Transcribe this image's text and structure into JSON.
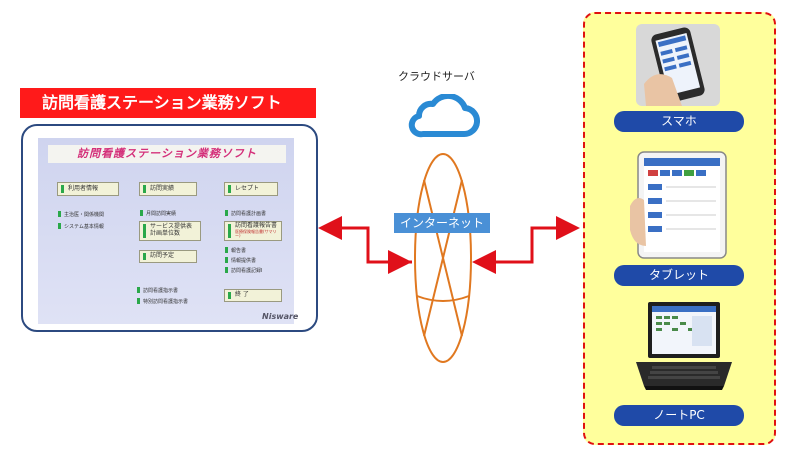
{
  "software": {
    "banner_title": "訪問看護ステーション業務ソフト",
    "screen_title": "訪問看護ステーション業務ソフト",
    "buttons": {
      "riyosha": "利用者情報",
      "shuji": "主治医・関係機関",
      "system": "システム基本情報",
      "homon_jisseki": "訪問実績",
      "getsuji": "月間訪問実績",
      "service": "サービス提供表\n計画単位数",
      "homon_yotei": "訪問予定",
      "receipt": "レセプト",
      "keikakusho": "訪問看護計画書",
      "hokokusho": "訪問看護報告書",
      "hokokusho_sub": "医療保険報告書(サマリー)",
      "jouhou": "情報提供書",
      "kiroku": "訪問看護記録Ⅰ",
      "small1": "訪問看護指示書",
      "small2": "特別訪問看護指示書",
      "end": "終 了"
    },
    "logo": "Nisware"
  },
  "network": {
    "cloud_label": "クラウドサーバ",
    "internet_label": "インターネット"
  },
  "devices": [
    {
      "label": "スマホ"
    },
    {
      "label": "タブレット"
    },
    {
      "label": "ノートPC"
    }
  ],
  "colors": {
    "banner_red": "#ff1a1a",
    "frame_navy": "#2c4a80",
    "cloud_blue": "#2a8ad4",
    "internet_blue": "#4a90d6",
    "globe_orange": "#e07820",
    "arrow_red": "#e0101a",
    "panel_yellow": "#ffff9c",
    "label_blue": "#1f4aa8"
  },
  "icons": {
    "cloud": "cloud-icon",
    "globe": "internet-globe-icon",
    "phone": "smartphone-photo",
    "tablet": "tablet-photo",
    "laptop": "laptop-photo"
  }
}
